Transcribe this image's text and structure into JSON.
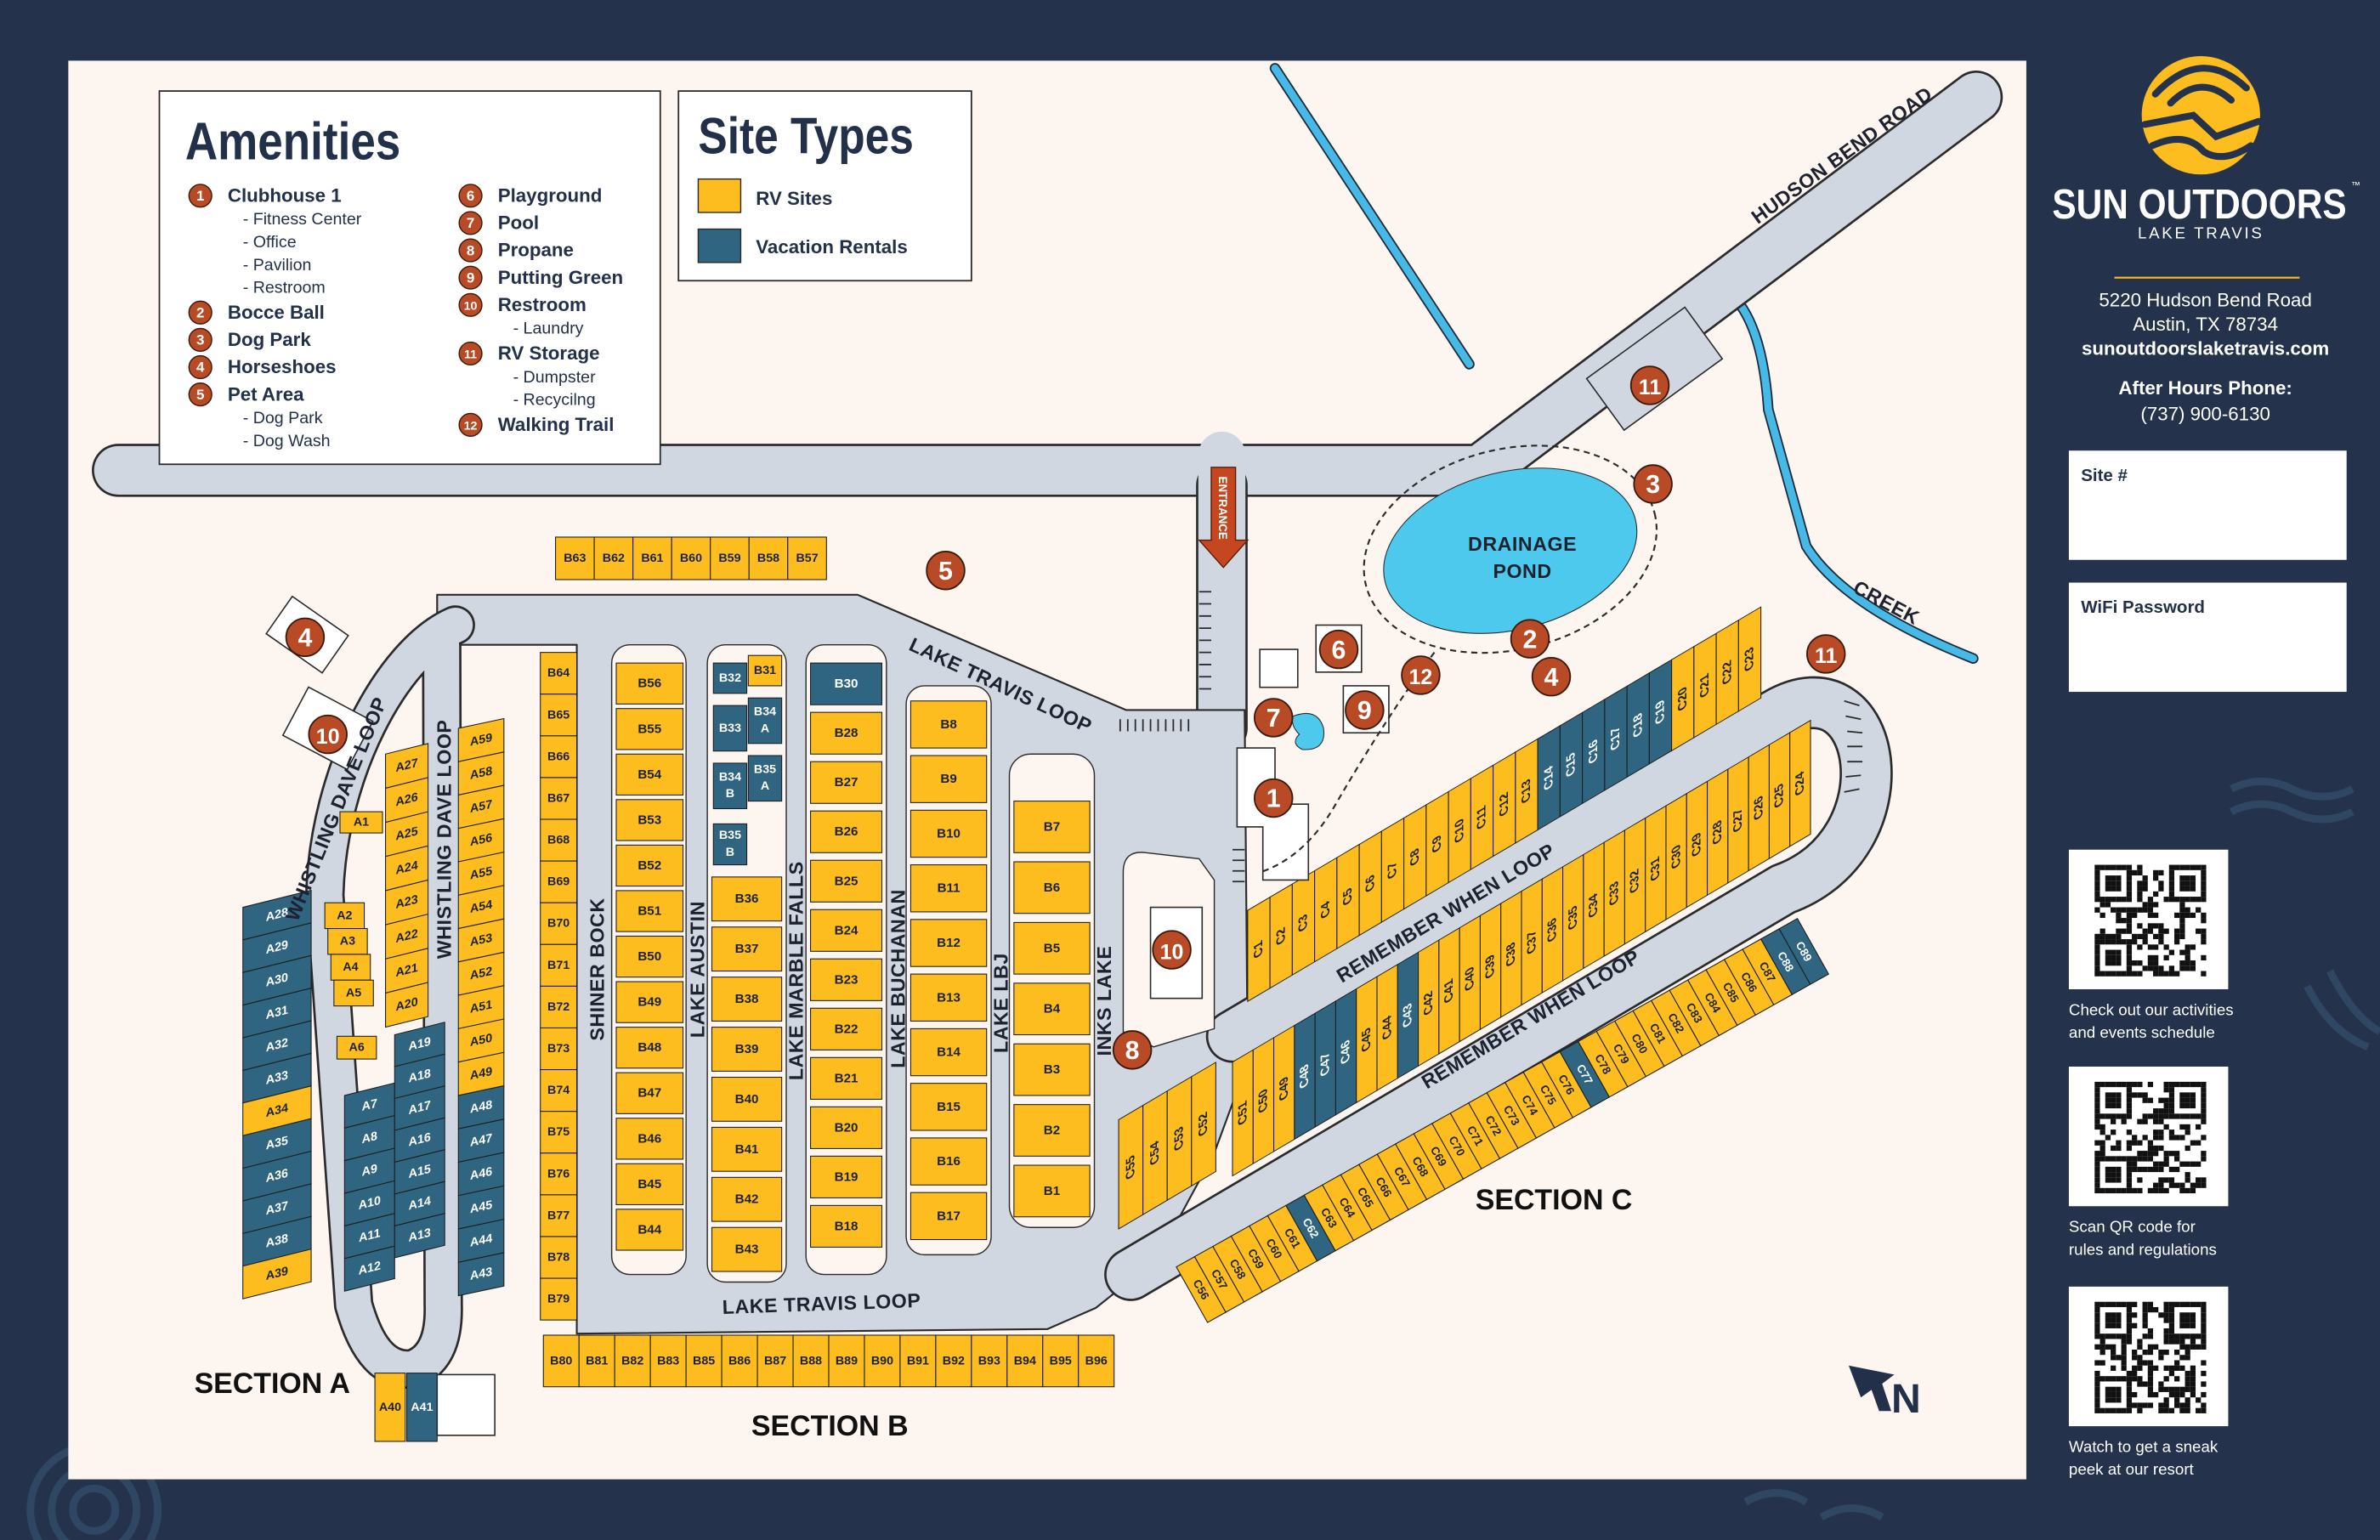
{
  "brand": {
    "name": "SUN OUTDOORS",
    "tm": "™",
    "location": "LAKE TRAVIS"
  },
  "contact": {
    "address_line1": "5220 Hudson Bend Road",
    "address_line2": "Austin, TX 78734",
    "website": "sunoutdoorslaketravis.com",
    "phone_label": "After Hours Phone:",
    "phone": "(737) 900-6130"
  },
  "note_fields": [
    {
      "label": "Site #"
    },
    {
      "label": "WiFi Password"
    }
  ],
  "qr_codes": [
    {
      "caption_line1": "Check out our activities",
      "caption_line2": "and events schedule"
    },
    {
      "caption_line1": "Scan QR code for",
      "caption_line2": "rules and regulations"
    },
    {
      "caption_line1": "Watch to get a sneak",
      "caption_line2": "peek at our resort"
    }
  ],
  "amenities_legend": {
    "title": "Amenities",
    "items": [
      {
        "number": "1",
        "label": "Clubhouse 1",
        "subitems": [
          "- Fitness Center",
          "- Office",
          "- Pavilion",
          "- Restroom"
        ]
      },
      {
        "number": "2",
        "label": "Bocce Ball",
        "subitems": []
      },
      {
        "number": "3",
        "label": "Dog Park",
        "subitems": []
      },
      {
        "number": "4",
        "label": "Horseshoes",
        "subitems": []
      },
      {
        "number": "5",
        "label": "Pet Area",
        "subitems": [
          "- Dog Park",
          "- Dog Wash"
        ]
      },
      {
        "number": "6",
        "label": "Playground",
        "subitems": []
      },
      {
        "number": "7",
        "label": "Pool",
        "subitems": []
      },
      {
        "number": "8",
        "label": "Propane",
        "subitems": []
      },
      {
        "number": "9",
        "label": "Putting Green",
        "subitems": []
      },
      {
        "number": "10",
        "label": "Restroom",
        "subitems": [
          "- Laundry"
        ]
      },
      {
        "number": "11",
        "label": "RV Storage",
        "subitems": [
          "- Dumpster",
          "- Recycilng"
        ]
      },
      {
        "number": "12",
        "label": "Walking Trail",
        "subitems": []
      }
    ]
  },
  "site_types_legend": {
    "title": "Site Types",
    "items": [
      {
        "label": "RV Sites",
        "color": "#fdbd1f"
      },
      {
        "label": "Vacation Rentals",
        "color": "#2f6580"
      }
    ]
  },
  "colors": {
    "rv": "#fdbd1f",
    "vacation_rental": "#2f6580",
    "marker": "#b84b25",
    "road": "#d0d7e1",
    "water": "#4ec9ee",
    "background": "#24324b",
    "map_bg": "#fdf5ef"
  },
  "map": {
    "road_labels": {
      "hudson_bend": "HUDSON BEND ROAD",
      "entrance": "ENTRANCE",
      "lake_travis_loop": "LAKE TRAVIS LOOP",
      "whistling_dave_loop": "WHISTLING DAVE LOOP",
      "shiner_bock": "SHINER BOCK",
      "lake_austin": "LAKE AUSTIN",
      "lake_marble_falls": "LAKE MARBLE FALLS",
      "lake_buchanan": "LAKE BUCHANAN",
      "lake_lbj": "LAKE LBJ",
      "inks_lake": "INKS LAKE",
      "remember_when_loop": "REMEMBER WHEN LOOP"
    },
    "sections": {
      "a": "SECTION A",
      "b": "SECTION B",
      "c": "SECTION C"
    },
    "pond_label": {
      "line1": "DRAINAGE",
      "line2": "POND"
    },
    "creek_label": "CREEK",
    "north_label": "N",
    "markers": [
      "4",
      "10",
      "5",
      "11",
      "3",
      "6",
      "7",
      "9",
      "12",
      "2",
      "4",
      "11",
      "1",
      "10",
      "8"
    ]
  },
  "sites": {
    "a_left": [
      "A28",
      "A29",
      "A30",
      "A31",
      "A32",
      "A33",
      "A34",
      "A35",
      "A36",
      "A37",
      "A38",
      "A39"
    ],
    "a_small": [
      "A1",
      "A2",
      "A3",
      "A4",
      "A5",
      "A6"
    ],
    "a_inner_left": [
      "A7",
      "A8",
      "A9",
      "A10",
      "A11",
      "A12"
    ],
    "a_inner_right": [
      "A19",
      "A18",
      "A17",
      "A16",
      "A15",
      "A14",
      "A13"
    ],
    "a_mid": [
      "A27",
      "A26",
      "A25",
      "A24",
      "A23",
      "A22",
      "A21",
      "A20"
    ],
    "a_right": [
      "A59",
      "A58",
      "A57",
      "A56",
      "A55",
      "A54",
      "A53",
      "A52",
      "A51",
      "A50",
      "A49",
      "A48",
      "A47",
      "A46",
      "A45",
      "A44",
      "A43"
    ],
    "a_bottom": [
      "A40",
      "A41"
    ],
    "b_top": [
      "B63",
      "B62",
      "B61",
      "B60",
      "B59",
      "B58",
      "B57"
    ],
    "b_col1": [
      "B64",
      "B65",
      "B66",
      "B67",
      "B68",
      "B69",
      "B70",
      "B71",
      "B72",
      "B73",
      "B74",
      "B75",
      "B76",
      "B77",
      "B78",
      "B79"
    ],
    "b_col2": [
      "B56",
      "B55",
      "B54",
      "B53",
      "B52",
      "B51",
      "B50",
      "B49",
      "B48",
      "B47",
      "B46",
      "B45",
      "B44"
    ],
    "b_col3a": [
      "B32",
      "B31",
      "B33",
      "B34 A",
      "B34 B",
      "B35 A",
      "B35 B"
    ],
    "b_col3": [
      "B36",
      "B37",
      "B38",
      "B39",
      "B40",
      "B41",
      "B42",
      "B43"
    ],
    "b_col4": [
      "B30",
      "B28",
      "B27",
      "B26",
      "B25",
      "B24",
      "B23",
      "B22",
      "B21",
      "B20",
      "B19",
      "B18"
    ],
    "b_col5": [
      "B8",
      "B9",
      "B10",
      "B11",
      "B12",
      "B13",
      "B14",
      "B15",
      "B16",
      "B17"
    ],
    "b_col6": [
      "B7",
      "B6",
      "B5",
      "B4",
      "B3",
      "B2",
      "B1"
    ],
    "b_bottom": [
      "B80",
      "B81",
      "B82",
      "B83",
      "B85",
      "B86",
      "B87",
      "B88",
      "B89",
      "B90",
      "B91",
      "B92",
      "B93",
      "B94",
      "B95",
      "B96"
    ],
    "c_row1": [
      "C1",
      "C2",
      "C3",
      "C4",
      "C5",
      "C6",
      "C7",
      "C8",
      "C9",
      "C10",
      "C11",
      "C12",
      "C13",
      "C14",
      "C15",
      "C16",
      "C17",
      "C18",
      "C19",
      "C20",
      "C21",
      "C22",
      "C23"
    ],
    "c_row2": [
      "C51",
      "C50",
      "C49",
      "C48",
      "C47",
      "C46",
      "C45",
      "C44",
      "C43",
      "C42",
      "C41",
      "C40",
      "C39",
      "C38",
      "C37",
      "C36",
      "C35",
      "C34",
      "C33",
      "C32",
      "C31",
      "C30",
      "C29",
      "C28",
      "C27",
      "C26",
      "C25",
      "C24"
    ],
    "c_block": [
      "C55",
      "C54",
      "C53",
      "C52"
    ],
    "c_row3": [
      "C56",
      "C57",
      "C58",
      "C59",
      "C60",
      "C61",
      "C62",
      "C63",
      "C64",
      "C65",
      "C66",
      "C67",
      "C68",
      "C69",
      "C70",
      "C71",
      "C72",
      "C73",
      "C74",
      "C75",
      "C76",
      "C77",
      "C78",
      "C79",
      "C80",
      "C81",
      "C82",
      "C83",
      "C84",
      "C85",
      "C86",
      "C87",
      "C88",
      "C89"
    ]
  },
  "vacation_rental_sites": [
    "A28",
    "A29",
    "A30",
    "A31",
    "A32",
    "A33",
    "A35",
    "A36",
    "A37",
    "A38",
    "A7",
    "A8",
    "A9",
    "A10",
    "A11",
    "A12",
    "A13",
    "A14",
    "A15",
    "A16",
    "A17",
    "A18",
    "A19",
    "A41",
    "A43",
    "A44",
    "A45",
    "A46",
    "A47",
    "A48",
    "B30",
    "B32",
    "B33",
    "B34 A",
    "B34 B",
    "B35 A",
    "B35 B",
    "C14",
    "C15",
    "C16",
    "C17",
    "C18",
    "C19",
    "C43",
    "C46",
    "C47",
    "C48",
    "C62",
    "C77",
    "C88",
    "C89"
  ]
}
